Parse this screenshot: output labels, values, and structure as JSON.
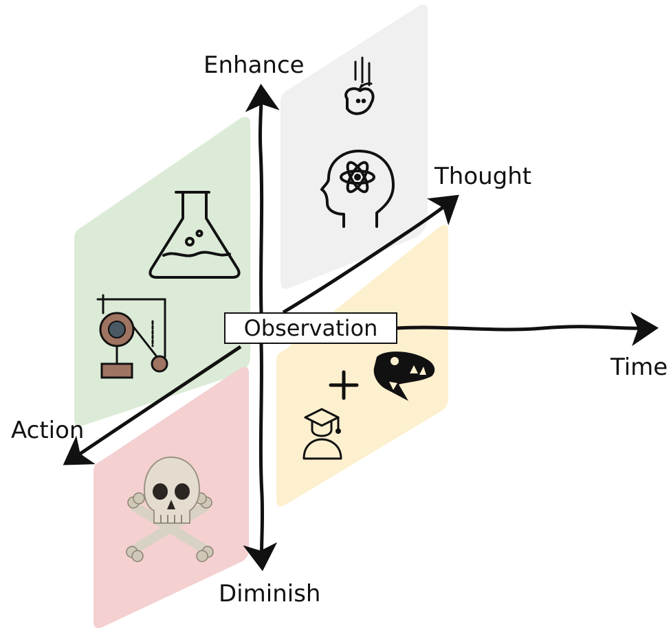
{
  "axes": {
    "up": "Enhance",
    "down": "Diminish",
    "diagonal_up": "Thought",
    "diagonal_down": "Action",
    "right": "Time"
  },
  "center": {
    "label": "Observation"
  },
  "quadrants": {
    "top_right": {
      "color": "#f0f0f0",
      "icons": [
        "falling-apple-icon",
        "head-atom-icon"
      ]
    },
    "top_left": {
      "color": "#dcebd7",
      "icons": [
        "flask-icon",
        "pulley-machine-icon"
      ]
    },
    "bottom_right": {
      "color": "#fdf0cf",
      "icons": [
        "plus-icon",
        "dinosaur-skull-icon",
        "graduate-icon"
      ]
    },
    "bottom_left": {
      "color": "#f4d0d0",
      "icons": [
        "skull-crossbones-icon"
      ]
    }
  }
}
